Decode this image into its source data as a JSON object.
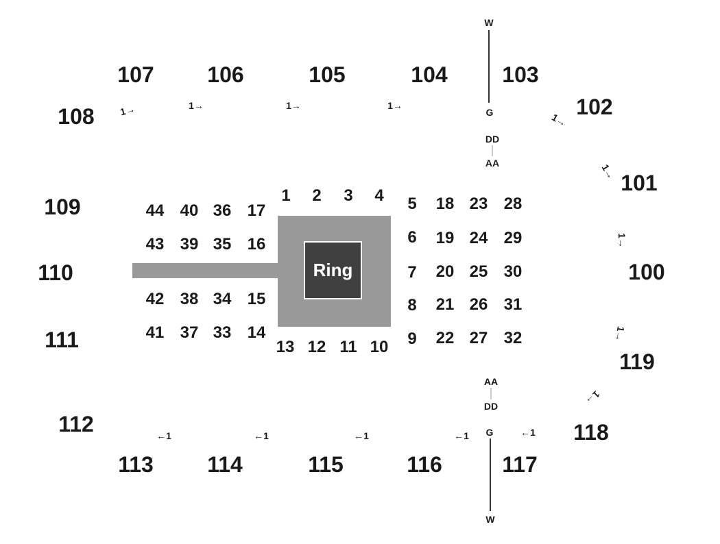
{
  "stage": {
    "ring_label": "Ring",
    "stage_color": "#999999",
    "ring_color": "#404040"
  },
  "upper_sections": {
    "top": [
      "107",
      "106",
      "105",
      "104",
      "103",
      "102"
    ],
    "right": [
      "101",
      "100",
      "119"
    ],
    "bottom": [
      "118",
      "117",
      "116",
      "115",
      "114",
      "113"
    ],
    "left": [
      "112",
      "111",
      "110",
      "109",
      "108"
    ]
  },
  "floor_sections": {
    "left_grid": [
      [
        "44",
        "40",
        "36",
        "17"
      ],
      [
        "43",
        "39",
        "35",
        "16"
      ],
      [
        "42",
        "38",
        "34",
        "15"
      ],
      [
        "41",
        "37",
        "33",
        "14"
      ]
    ],
    "ring_top": [
      "1",
      "2",
      "3",
      "4"
    ],
    "ring_bottom": [
      "13",
      "12",
      "11",
      "10"
    ],
    "right_grid": [
      [
        "5",
        "18",
        "23",
        "28"
      ],
      [
        "6",
        "19",
        "24",
        "29"
      ],
      [
        "7",
        "20",
        "25",
        "30"
      ],
      [
        "8",
        "21",
        "26",
        "31"
      ],
      [
        "9",
        "22",
        "27",
        "32"
      ]
    ]
  },
  "row_markers": {
    "top": [
      "W",
      "G",
      "DD",
      "AA"
    ],
    "bottom": [
      "AA",
      "DD",
      "G",
      "W"
    ]
  },
  "row_arrows": {
    "top": [
      "1→",
      "1→",
      "1→",
      "1→"
    ],
    "bottom": [
      "←1",
      "←1",
      "←1",
      "←1",
      "←1"
    ],
    "diagonal": [
      "1→",
      "1→",
      "1→",
      "1→",
      "1→"
    ]
  }
}
